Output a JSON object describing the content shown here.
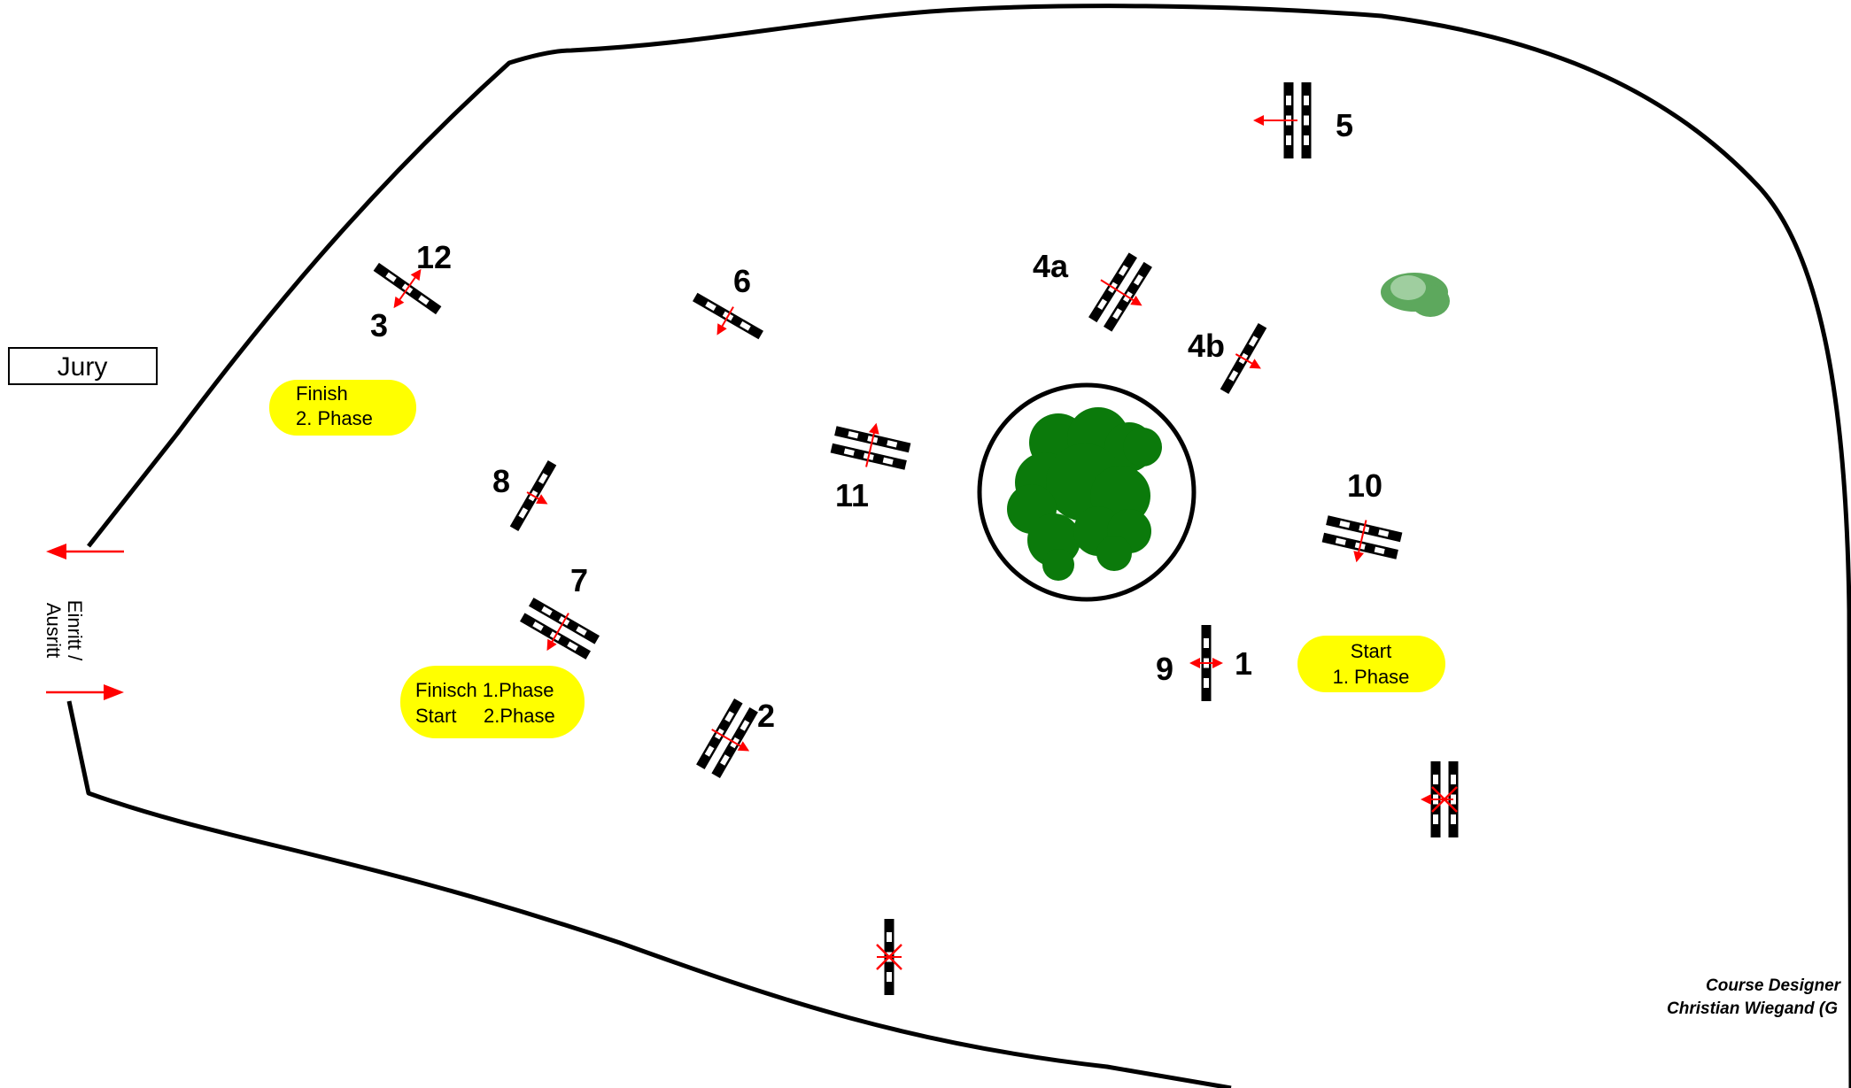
{
  "colors": {
    "arena": "#000000",
    "rail": "#000000",
    "rail_stripe": "#ffffff",
    "direction_arrow": "#ff0000",
    "phase_badge": "#ffff00",
    "tree": "#0b7a0b",
    "bush": "#5da85d"
  },
  "jury_label": "Jury",
  "entrance_label": "Einritt /\nAusritt",
  "phase_badges": {
    "finish_phase2": [
      "Finish",
      "2. Phase"
    ],
    "finish_phase1_start_phase2": [
      "Finisch 1.Phase",
      "Start     2.Phase"
    ],
    "start_phase1": [
      "Start",
      "1. Phase"
    ]
  },
  "obstacles": [
    {
      "id": "1",
      "labels": [
        "9",
        "1"
      ],
      "type": "vertical"
    },
    {
      "id": "2",
      "labels": [
        "2"
      ],
      "type": "oxer"
    },
    {
      "id": "3",
      "labels": [
        "12",
        "3"
      ],
      "type": "vertical"
    },
    {
      "id": "4a",
      "labels": [
        "4a"
      ],
      "type": "oxer"
    },
    {
      "id": "4b",
      "labels": [
        "4b"
      ],
      "type": "vertical"
    },
    {
      "id": "5",
      "labels": [
        "5"
      ],
      "type": "oxer"
    },
    {
      "id": "6",
      "labels": [
        "6"
      ],
      "type": "vertical"
    },
    {
      "id": "7",
      "labels": [
        "7"
      ],
      "type": "oxer"
    },
    {
      "id": "8",
      "labels": [
        "8"
      ],
      "type": "vertical"
    },
    {
      "id": "10",
      "labels": [
        "10"
      ],
      "type": "oxer"
    },
    {
      "id": "11",
      "labels": [
        "11"
      ],
      "type": "oxer"
    },
    {
      "id": "spare-oxer",
      "labels": [],
      "type": "oxer",
      "crossed_out": true
    },
    {
      "id": "spare-vertical",
      "labels": [],
      "type": "vertical",
      "crossed_out": true
    }
  ],
  "credit": [
    "Course Designer",
    "Christian Wiegand (G"
  ]
}
